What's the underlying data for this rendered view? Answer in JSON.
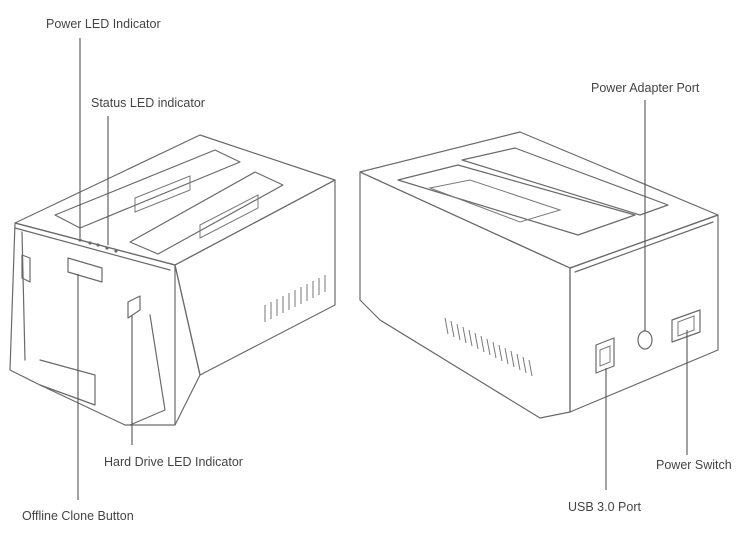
{
  "labels": {
    "power_led": "Power LED Indicator",
    "status_led": "Status LED indicator",
    "hard_drive_led": "Hard Drive LED Indicator",
    "offline_clone": "Offline Clone Button",
    "power_adapter": "Power Adapter Port",
    "power_switch": "Power Switch",
    "usb_port": "USB 3.0 Port"
  },
  "colors": {
    "line": "#6a6a6a",
    "text": "#444444",
    "background": "#ffffff"
  }
}
